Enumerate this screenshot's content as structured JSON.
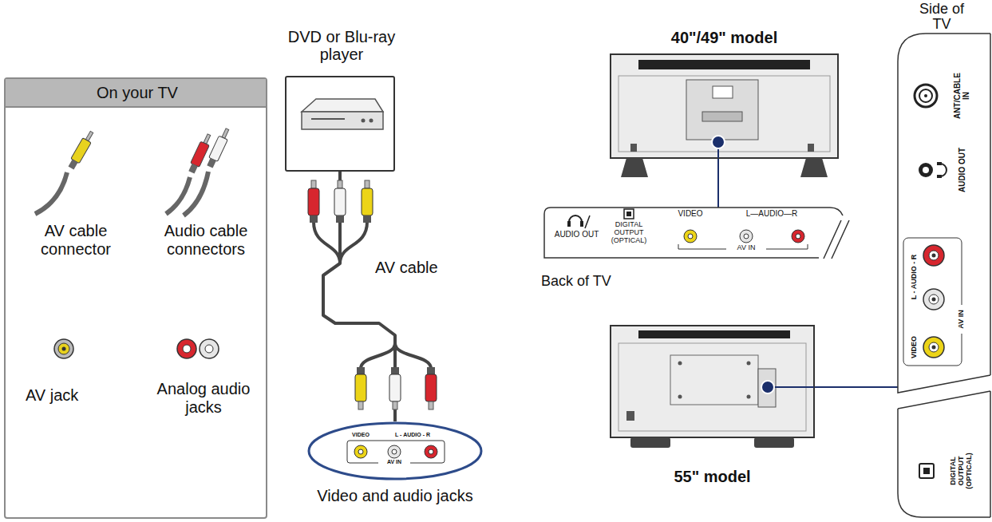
{
  "diagram": {
    "nodes": [
      {
        "text": [
          "On your TV"
        ]
      },
      {
        "text": [
          "DVD or Blu-ray player"
        ]
      },
      {
        "text": [
          "VIDEO",
          "L - AUDIO - R",
          "AV IN",
          "Video and audio jacks"
        ]
      },
      {
        "text": [
          "40\"/49\" model"
        ]
      },
      {
        "text": [
          "AUDIO OUT",
          "DIGITAL OUTPUT (OPTICAL)",
          "VIDEO",
          "L—AUDIO—R",
          "AV IN",
          "Back of TV"
        ]
      },
      {
        "text": [
          "55\" model"
        ]
      },
      {
        "text": [
          "Side of TV",
          "ANT/CABLE IN",
          "AUDIO OUT",
          "L - AUDIO - R",
          "AV IN",
          "VIDEO",
          "DIGITAL OUTPUT (OPTICAL)"
        ]
      }
    ],
    "edges": [
      {
        "from": 1,
        "to": 2,
        "arrow": "none"
      },
      {
        "from": 3,
        "to": 4,
        "arrow": "none"
      },
      {
        "from": 5,
        "to": 6,
        "arrow": "none"
      }
    ],
    "labels": [
      "AV cable connector",
      "Audio cable connectors",
      "AV jack",
      "Analog audio jacks",
      "AV cable"
    ]
  }
}
